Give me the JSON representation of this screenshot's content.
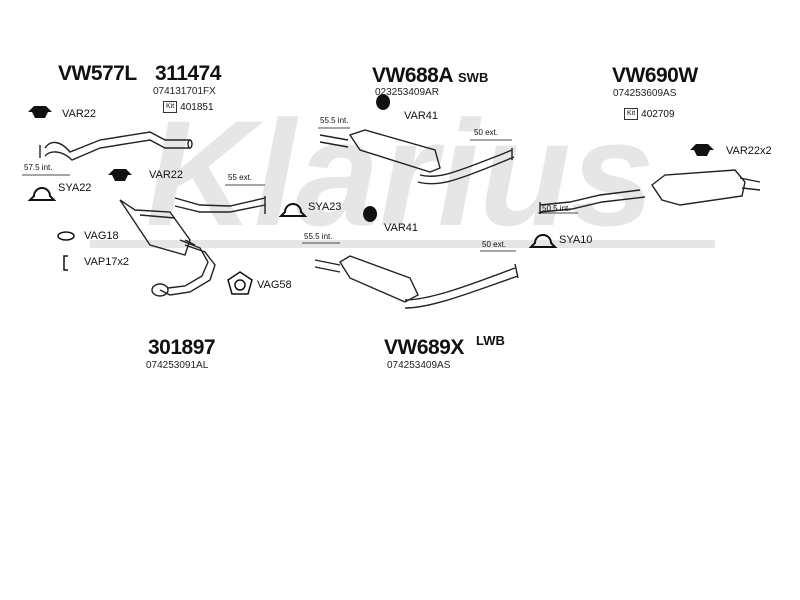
{
  "watermark": "Klarius",
  "parts": {
    "front_code": "VW577L",
    "front_set": "311474",
    "front_set_oem": "074131701FX",
    "front_kit": "401851",
    "mid_swb_code": "VW688A",
    "mid_swb_variant": "SWB",
    "mid_swb_oem": "023253409AR",
    "rear_code": "VW690W",
    "rear_oem": "074253609AS",
    "rear_kit": "402709",
    "cat_code": "301897",
    "cat_oem": "074253091AL",
    "mid_lwb_code": "VW689X",
    "mid_lwb_variant": "LWB",
    "mid_lwb_oem": "074253409AS"
  },
  "kit_icon_label": "Kit",
  "fittings": {
    "var22_a": "VAR22",
    "var22_b": "VAR22",
    "sya22": "SYA22",
    "vag18": "VAG18",
    "vap17": "VAP17x2",
    "vag58": "VAG58",
    "var41_a": "VAR41",
    "var41_b": "VAR41",
    "sya23": "SYA23",
    "var22x2": "VAR22x2",
    "sya10": "SYA10"
  },
  "dimensions": {
    "d575int": "57.5 int.",
    "d55ext": "55 ext.",
    "d555int_a": "55.5 int.",
    "d50ext_a": "50 ext.",
    "d555int_b": "55.5 int.",
    "d50ext_b": "50 ext.",
    "d505int": "50.5 int."
  }
}
